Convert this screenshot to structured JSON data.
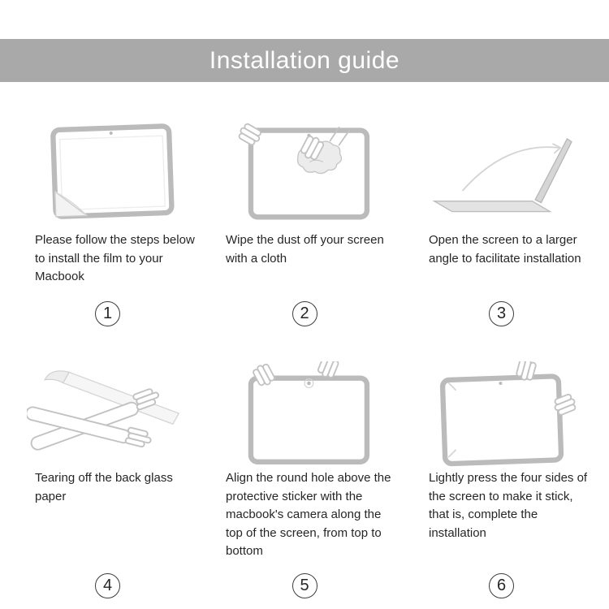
{
  "header": {
    "title": "Installation guide"
  },
  "steps": [
    {
      "number": "1",
      "caption": "Please follow the steps below to install the film to your Macbook",
      "illustration": "macbook-screen-film-corner"
    },
    {
      "number": "2",
      "caption": "Wipe the dust off your screen with a cloth",
      "illustration": "hands-wiping-screen-with-cloth"
    },
    {
      "number": "3",
      "caption": "Open the screen to a larger angle to facilitate installation",
      "illustration": "laptop-opened-wide-angle"
    },
    {
      "number": "4",
      "caption": "Tearing off the back glass paper",
      "illustration": "hands-tearing-back-paper"
    },
    {
      "number": "5",
      "caption": "Align the round hole above the protective sticker with the macbook's camera along the top of the screen, from top to bottom",
      "illustration": "hands-aligning-film-to-camera"
    },
    {
      "number": "6",
      "caption": "Lightly press the four sides of the screen to make it stick, that is, complete the installation",
      "illustration": "hands-pressing-screen-edges"
    }
  ],
  "colors": {
    "banner_bg": "#a9a9a9",
    "banner_text": "#ffffff",
    "caption_text": "#262626",
    "line_art": "#bbbbbb"
  }
}
